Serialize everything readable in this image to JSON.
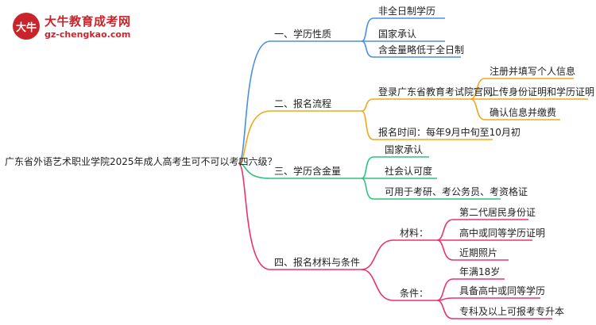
{
  "logo": {
    "mark": "大牛",
    "title": "大牛教育成考网",
    "url": "gz-chengkao.com"
  },
  "root": "广东省外语艺术职业学院2025年成人高考生可不可以考四六级？",
  "branches": {
    "b1": {
      "label": "一、学历性质",
      "color": "#4a8fe2",
      "items": [
        "非全日制学历",
        "国家承认",
        "含金量略低于全日制"
      ]
    },
    "b2": {
      "label": "二、报名流程",
      "color": "#f0a81c",
      "step1": "登录广东省教育考试院官网",
      "step1_items": [
        "注册并填写个人信息",
        "上传身份证明和学历证明",
        "确认信息并缴费"
      ],
      "step2": "报名时间：每年9月中旬至10月初"
    },
    "b3": {
      "label": "三、学历含金量",
      "color": "#2ec27e",
      "items": [
        "国家承认",
        "社会认可度",
        "可用于考研、考公务员、考资格证"
      ]
    },
    "b4": {
      "label": "四、报名材料与条件",
      "color": "#e8336d",
      "materials_label": "材料：",
      "materials": [
        "第二代居民身份证",
        "高中或同等学历证明",
        "近期照片"
      ],
      "conditions_label": "条件：",
      "conditions": [
        "年满18岁",
        "具备高中或同等学历",
        "专科及以上可报考专升本"
      ]
    }
  }
}
